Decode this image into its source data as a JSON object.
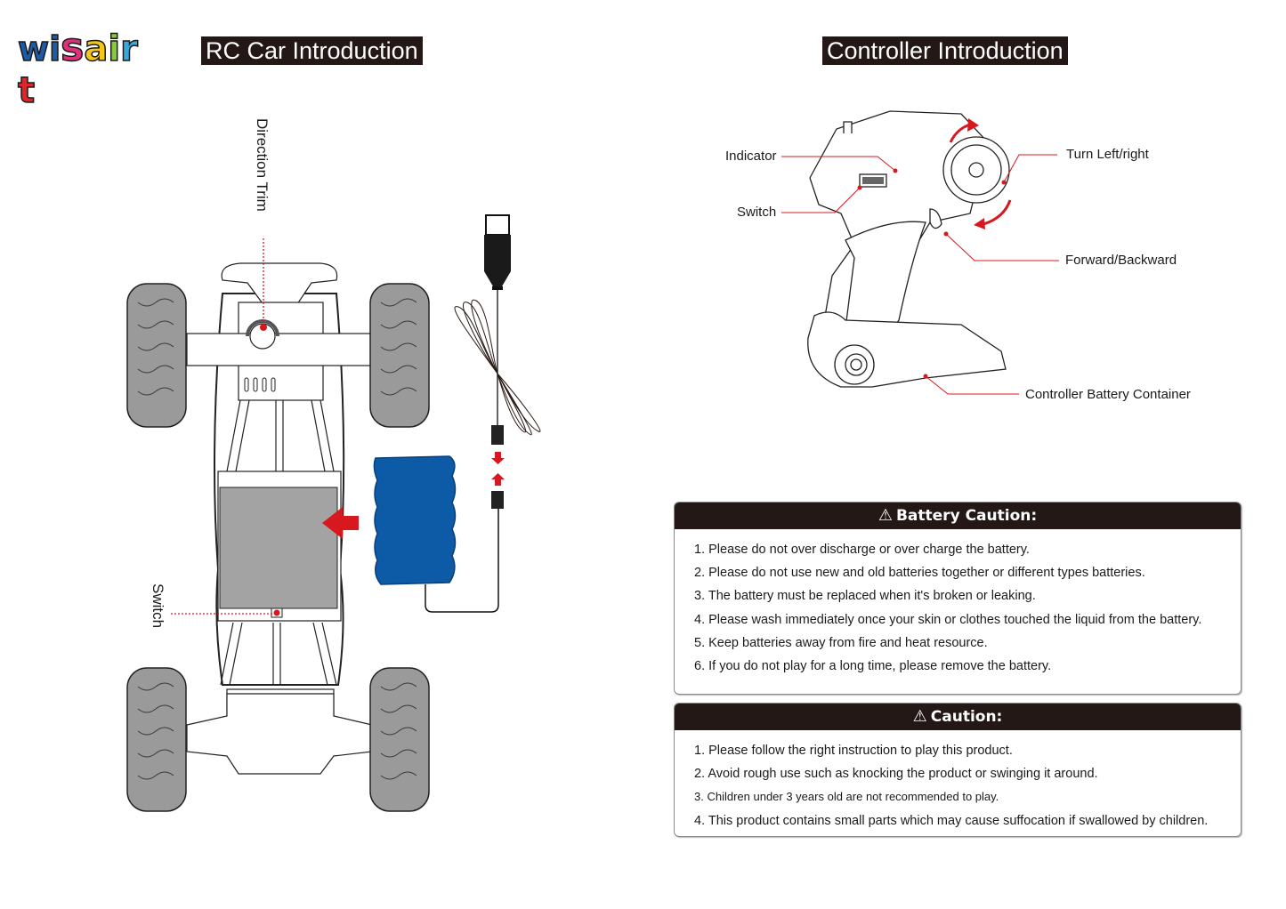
{
  "brand": {
    "logo_letters": [
      "w",
      "i",
      "s",
      "a",
      "i",
      "r",
      "t"
    ],
    "logo_colors": [
      "#1e5aa8",
      "#1e5aa8",
      "#e0307a",
      "#f5c518",
      "#8cc63f",
      "#3aa7de",
      "#e0252a"
    ]
  },
  "rc_car": {
    "title": "RC Car Introduction",
    "labels": {
      "direction_trim": "Direction Trim",
      "switch": "Switch"
    }
  },
  "controller": {
    "title": "Controller Introduction",
    "labels": {
      "indicator": "Indicator",
      "switch": "Switch",
      "turn": "Turn Left/right",
      "throttle": "Forward/Backward",
      "battery_container": "Controller Battery Container"
    }
  },
  "battery_caution": {
    "icon": "warning-triangle-icon",
    "title": "Battery Caution:",
    "items": [
      "1. Please do not over discharge or over charge the battery.",
      "2. Please do not use new and old batteries together or different types batteries.",
      "3. The battery must be replaced when it's broken or leaking.",
      "4. Please wash immediately once your skin or clothes touched the liquid from the battery.",
      "5. Keep batteries away from fire and heat resource.",
      "6.  If you do not play for a long time, please remove the battery."
    ]
  },
  "caution": {
    "icon": "warning-triangle-icon",
    "title": "Caution:",
    "items": [
      "1. Please follow the right instruction to play this product.",
      "2. Avoid rough use such as knocking the product or swinging it around.",
      "3. Children under 3 years old are not recommended to play.",
      "4. This product contains small parts which may cause suffocation if swallowed by children."
    ]
  },
  "colors": {
    "header_bg": "#231816",
    "callout_red": "#d7191f",
    "battery_blue": "#0d5aa7",
    "tire_gray": "#9a9a9a",
    "battery_slot_gray": "#a3a3a3"
  }
}
